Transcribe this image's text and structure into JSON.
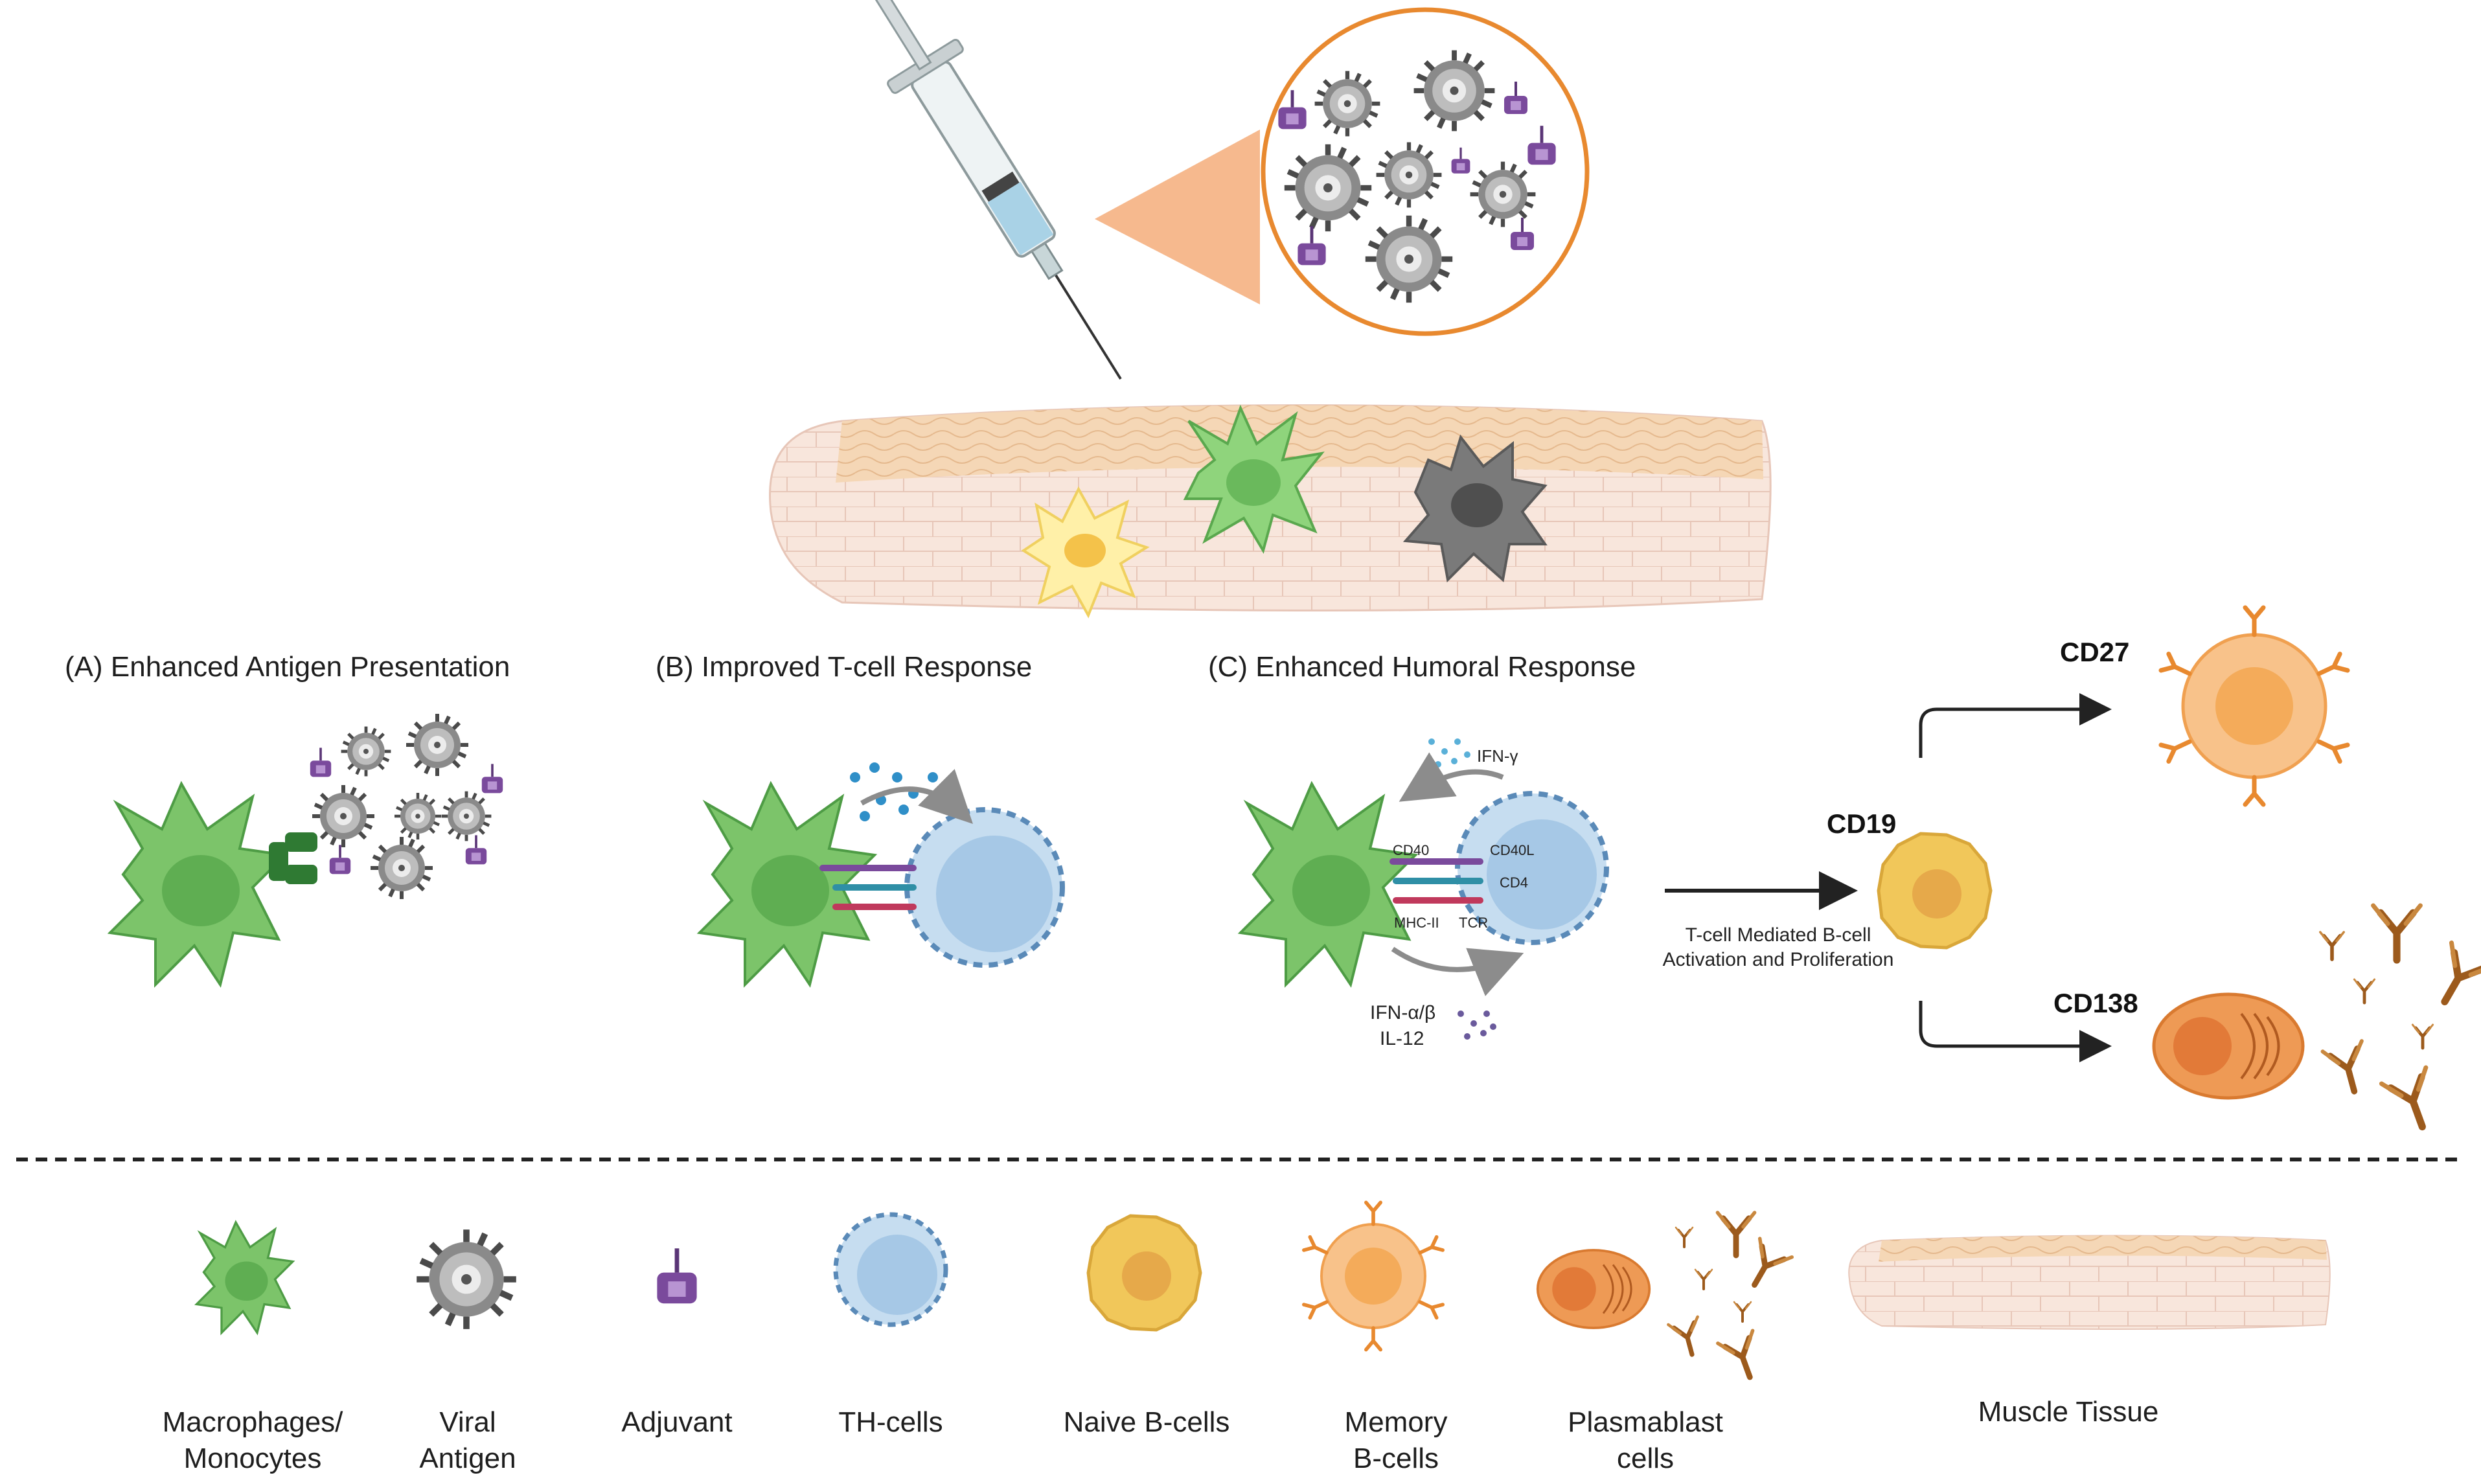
{
  "sections": {
    "a": "(A) Enhanced Antigen Presentation",
    "b": "(B) Improved T-cell Response",
    "c": "(C) Enhanced Humoral Response"
  },
  "signals": {
    "ifn_gamma": "IFN-γ",
    "ifn_ab": "IFN-α/β",
    "il12": "IL-12",
    "cd40": "CD40",
    "cd40l": "CD40L",
    "cd4": "CD4",
    "mhc2": "MHC-II",
    "tcr": "TCR"
  },
  "activation": {
    "line1": "T-cell Mediated B-cell",
    "line2": "Activation and Proliferation"
  },
  "markers": {
    "cd19": "CD19",
    "cd27": "CD27",
    "cd138": "CD138"
  },
  "legend": [
    {
      "line1": "Macrophages/",
      "line2": "Monocytes"
    },
    {
      "line1": "Viral",
      "line2": "Antigen"
    },
    {
      "line1": "Adjuvant",
      "line2": ""
    },
    {
      "line1": "TH-cells",
      "line2": ""
    },
    {
      "line1": "Naive B-cells",
      "line2": ""
    },
    {
      "line1": "Memory",
      "line2": "B-cells"
    },
    {
      "line1": "Plasmablast",
      "line2": "cells"
    },
    {
      "line1": "Muscle Tissue",
      "line2": ""
    }
  ],
  "colors": {
    "macrophage": "#7cc46a",
    "macrophage_dark": "#4e9c45",
    "virus": "#7a7a7a",
    "adjuvant": "#7a4a9c",
    "tcell": "#a9cbe8",
    "naive_b": "#f1c75a",
    "memory_b": "#f4ab5a",
    "plasma": "#ee9a55",
    "antibody": "#9c5a1c",
    "tissue": "#f6e4da",
    "highlight_ring": "#e8892f",
    "cone": "#f6b98e"
  }
}
